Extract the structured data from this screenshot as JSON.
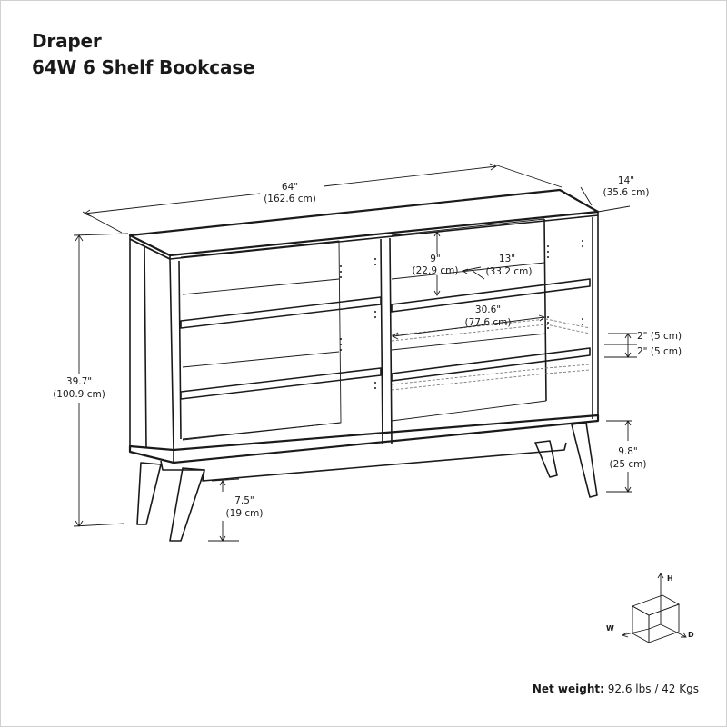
{
  "product": {
    "name": "Draper",
    "model": "64W 6 Shelf Bookcase"
  },
  "dimensions": {
    "width": {
      "in": "64\"",
      "cm": "(162.6 cm)"
    },
    "depth": {
      "in": "14\"",
      "cm": "(35.6 cm)"
    },
    "height": {
      "in": "39.7\"",
      "cm": "(100.9 cm)"
    },
    "shelf_height": {
      "in": "9\"",
      "cm": "(22.9 cm)"
    },
    "shelf_depth": {
      "in": "13\"",
      "cm": "(33.2 cm)"
    },
    "shelf_width": {
      "in": "30.6\"",
      "cm": "(77.6 cm)"
    },
    "adjust_up": "2\" (5 cm)",
    "adjust_down": "2\" (5 cm)",
    "clearance": {
      "in": "9.8\"",
      "cm": "(25 cm)"
    },
    "leg_height": {
      "in": "7.5\"",
      "cm": "(19 cm)"
    }
  },
  "orientation": {
    "h": "H",
    "w": "W",
    "d": "D"
  },
  "footer": {
    "weight_label": "Net weight:",
    "weight_value": "92.6 lbs / 42 Kgs"
  }
}
